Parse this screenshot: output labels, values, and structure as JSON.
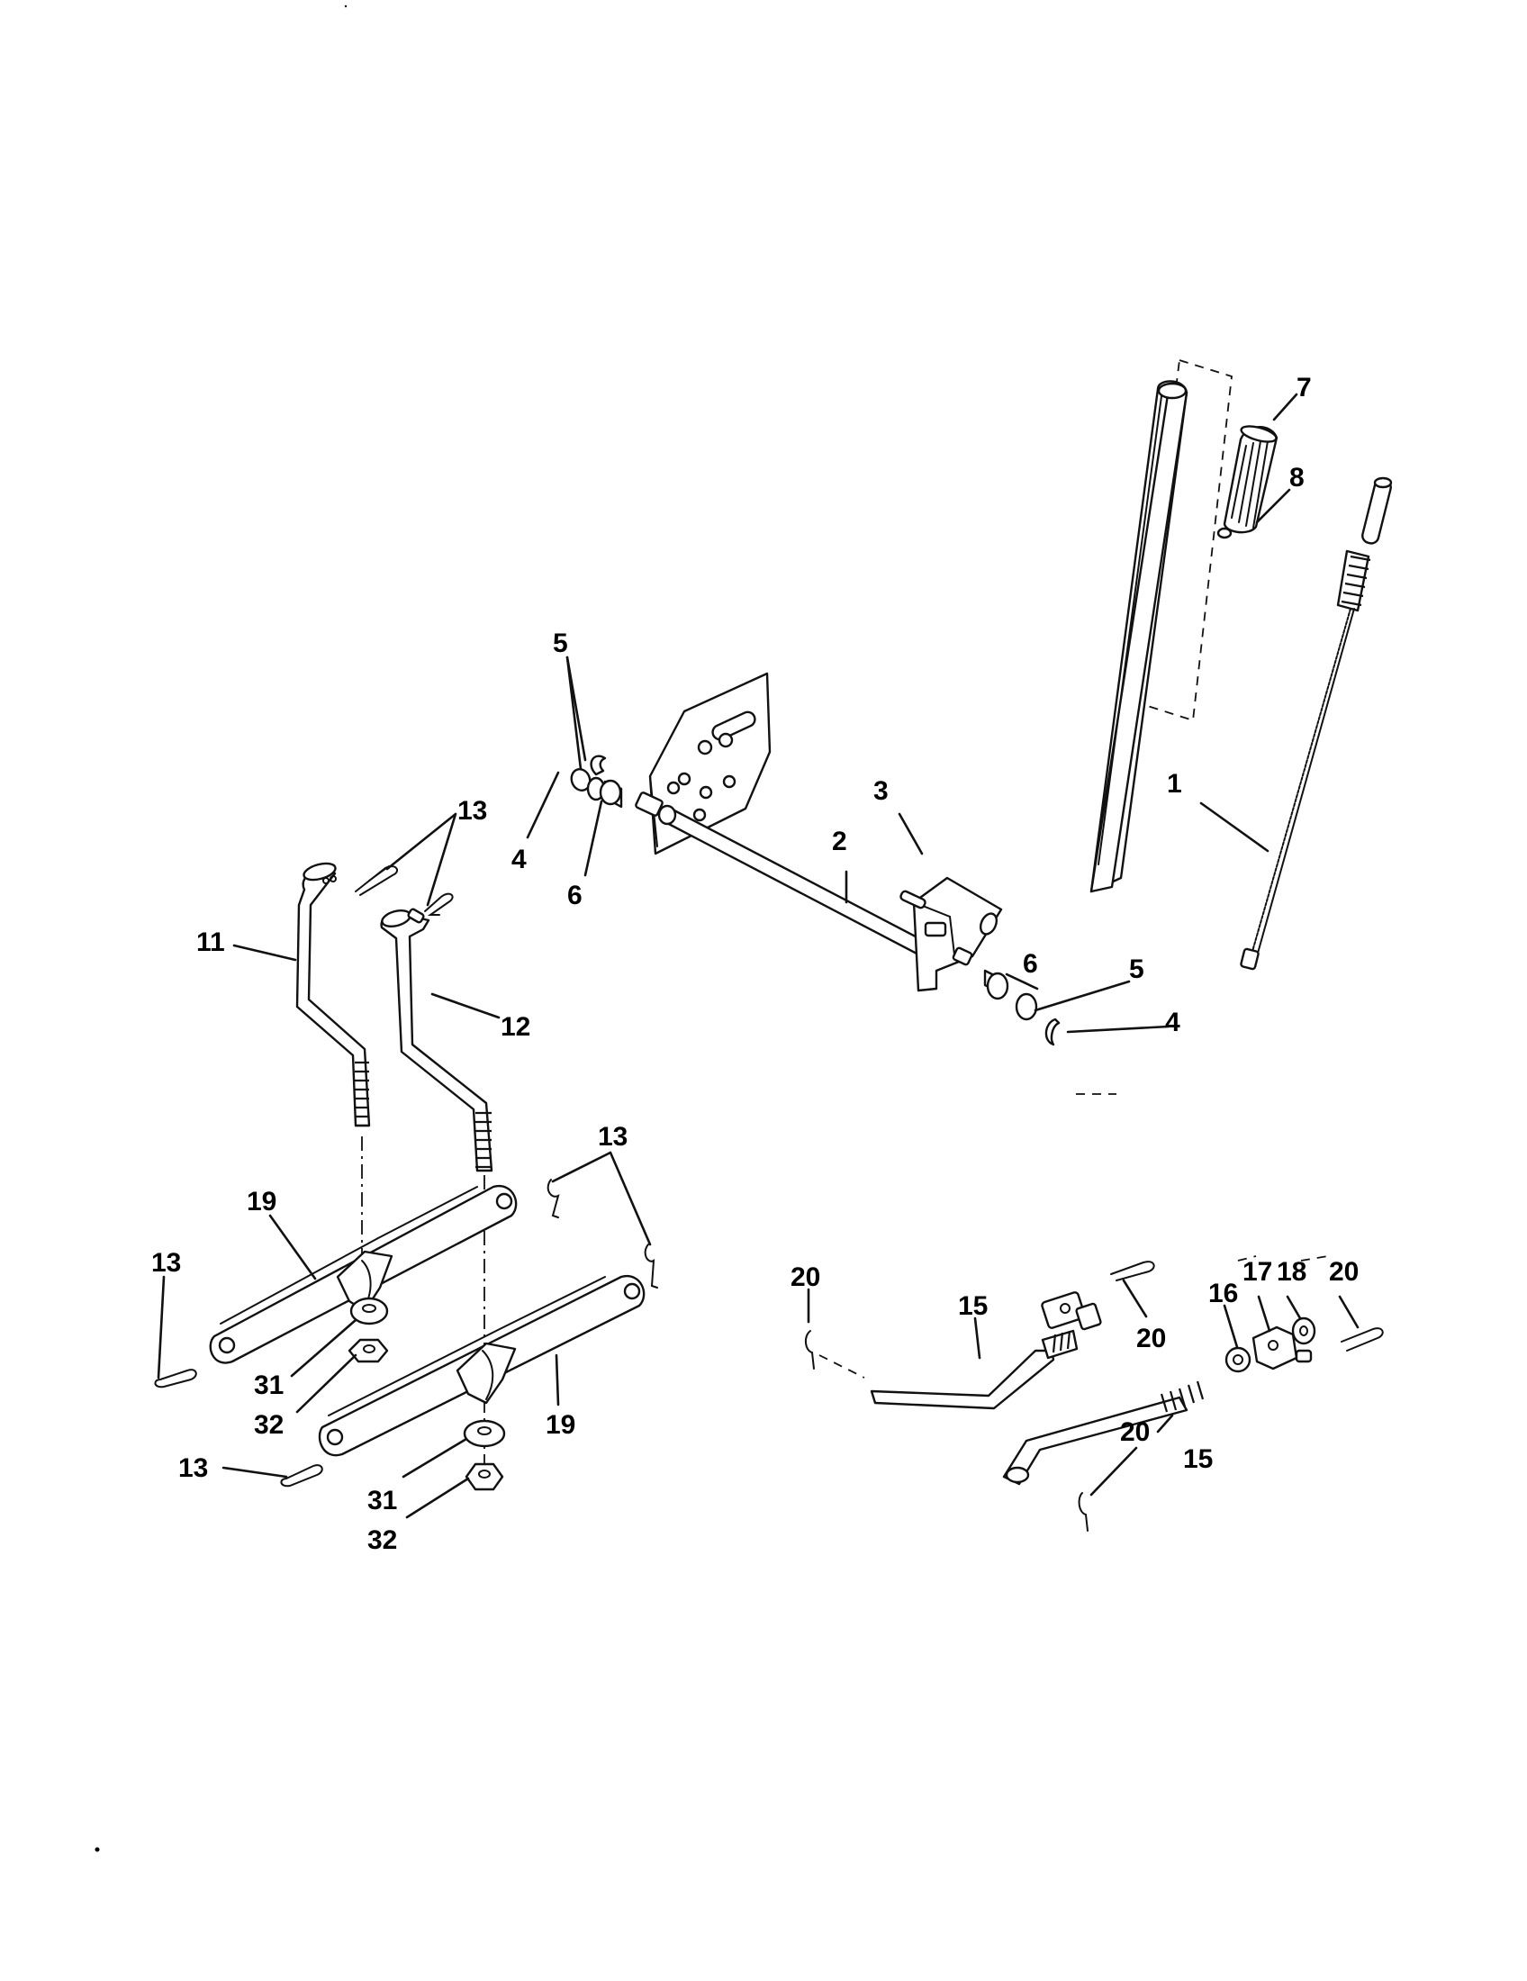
{
  "callouts": {
    "n1": "1",
    "n2": "2",
    "n3": "3",
    "n4a": "4",
    "n4b": "4",
    "n5a": "5",
    "n5b": "5",
    "n6a": "6",
    "n6b": "6",
    "n7": "7",
    "n8": "8",
    "n11": "11",
    "n12": "12",
    "n13a": "13",
    "n13b": "13",
    "n13c": "13",
    "n13d": "13",
    "n15a": "15",
    "n15b": "15",
    "n16": "16",
    "n17": "17",
    "n18": "18",
    "n19a": "19",
    "n19b": "19",
    "n20a": "20",
    "n20b": "20",
    "n20c": "20",
    "n20d": "20",
    "n31a": "31",
    "n31b": "31",
    "n32a": "32",
    "n32b": "32"
  }
}
